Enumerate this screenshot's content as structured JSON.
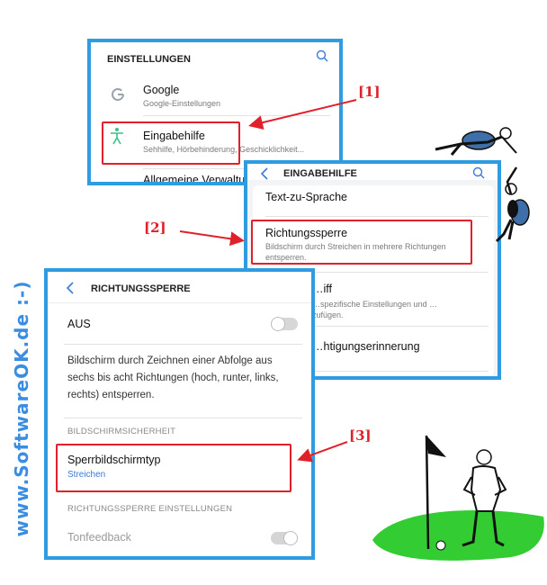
{
  "watermark": "www.SoftwareOK.de :-)",
  "screen1": {
    "header": "EINSTELLUNGEN",
    "items": [
      {
        "title": "Google",
        "subtitle": "Google-Einstellungen"
      },
      {
        "title": "Eingabehilfe",
        "subtitle": "Sehhilfe, Hörbehinderung, Geschicklichkeit..."
      },
      {
        "title": "Allgemeine Verwaltung",
        "subtitle": ""
      }
    ],
    "icons": [
      "search-icon",
      "google-icon",
      "accessibility-icon"
    ]
  },
  "screen2": {
    "header": "EINGABEHILFE",
    "items": [
      {
        "title": "Text-zu-Sprache",
        "subtitle": ""
      },
      {
        "title": "Richtungssperre",
        "subtitle": "Bildschirm durch Streichen in mehrere Richtungen entsperren."
      },
      {
        "title": "…iff",
        "subtitle": "…spezifische Einstellungen und …zufügen."
      },
      {
        "title": "…htigungserinnerung",
        "subtitle": ""
      }
    ],
    "icons": [
      "back-icon",
      "search-icon"
    ]
  },
  "screen3": {
    "header": "RICHTUNGSSPERRE",
    "toggle_label": "AUS",
    "toggle_on": false,
    "description": "Bildschirm durch Zeichnen einer Abfolge aus sechs bis acht Richtungen (hoch, runter, links, rechts) entsperren.",
    "section1": "BILDSCHIRMSICHERHEIT",
    "lock_type_title": "Sperrbildschirmtyp",
    "lock_type_value": "Streichen",
    "section2": "RICHTUNGSSPERRE EINSTELLUNGEN",
    "sound_feedback": "Tonfeedback",
    "sound_feedback_on": true,
    "icons": [
      "back-icon"
    ]
  },
  "markers": [
    "[1]",
    "[2]",
    "[3]"
  ],
  "colors": {
    "frame": "#2f9be0",
    "highlight": "#e0202a",
    "link": "#3a7bd5",
    "grass": "#33cc33"
  }
}
